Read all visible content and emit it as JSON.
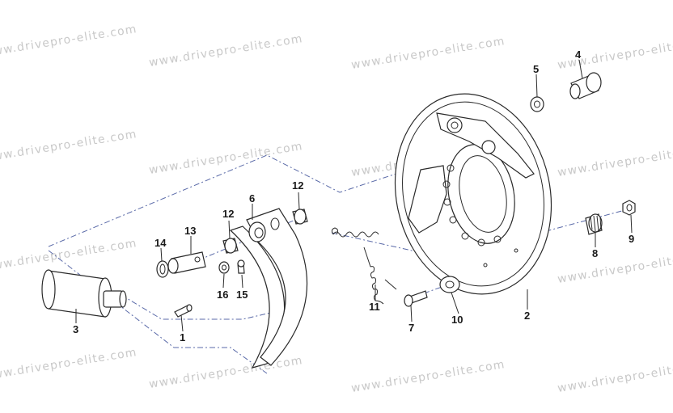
{
  "watermark": "www.drivepro-elite.com",
  "callouts": {
    "c1": "1",
    "c2": "2",
    "c3": "3",
    "c4": "4",
    "c5": "5",
    "c6": "6",
    "c7": "7",
    "c8": "8",
    "c9": "9",
    "c10": "10",
    "c11": "11",
    "c12a": "12",
    "c12b": "12",
    "c13": "13",
    "c14": "14",
    "c15": "15",
    "c16": "16"
  },
  "colors": {
    "centerline": "#5a6aa8",
    "watermark": "#c9c9c9",
    "outline": "#2a2a2a"
  }
}
